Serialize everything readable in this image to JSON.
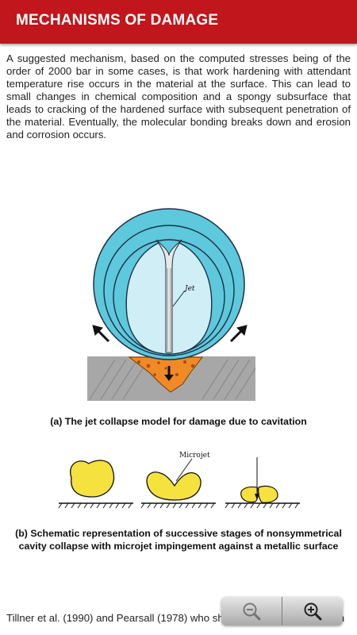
{
  "header": {
    "title": "MECHANISMS OF DAMAGE"
  },
  "body": {
    "paragraph": "A suggested mechanism, based on the computed stresses being of the order of 2000 bar in some cases, is that work hardening with attendant temperature rise occurs in the material at the surface. This can lead to small changes in chemical composition and a spongy subsurface that leads to cracking of the hardened surface with subsequent penetration of the material. Eventually, the molecular bonding breaks down and erosion and corrosion occurs."
  },
  "figure_a": {
    "jet_label": "Jet",
    "caption": "(a) The jet collapse model for damage due to cavitation"
  },
  "figure_b": {
    "microjet_label": "Microjet",
    "caption": "(b) Schematic representation of successive stages of nonsymmetrical cavity collapse with microjet impingement against a metallic surface"
  },
  "footer": {
    "text": "Tillner et al. (1990) and Pearsall (1978) who show ways that damage can"
  },
  "zoom_controls": {
    "zoom_out_icon": "zoom-out-icon",
    "zoom_in_icon": "zoom-in-icon"
  }
}
